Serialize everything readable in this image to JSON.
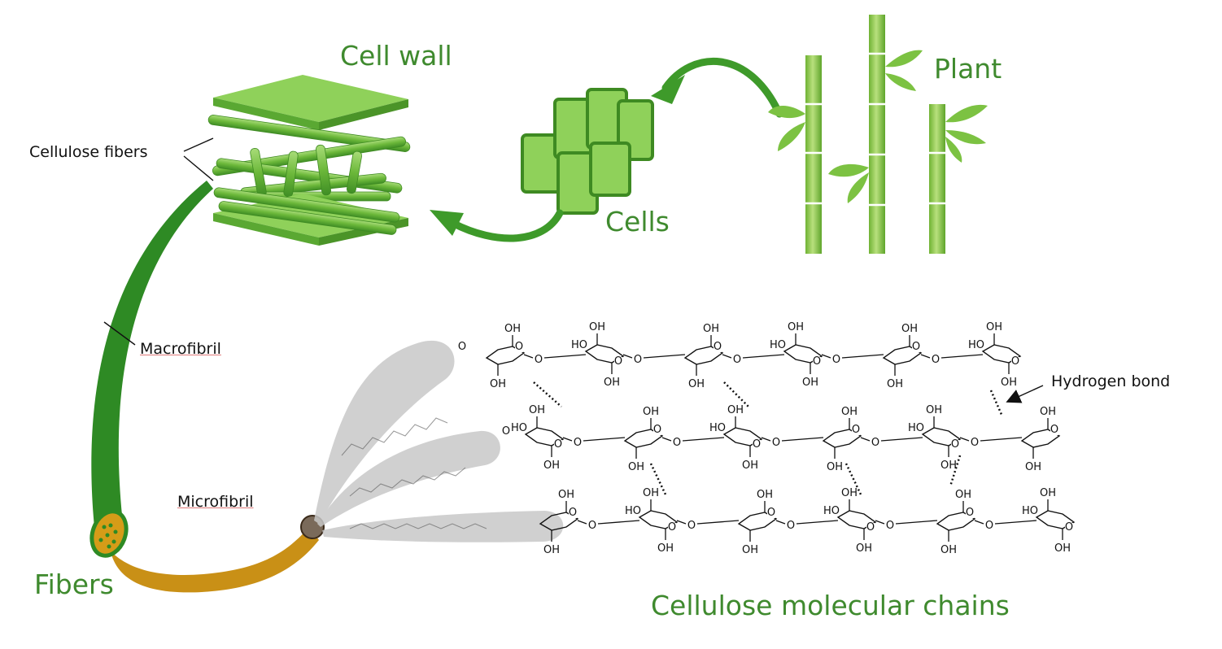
{
  "labels": {
    "cell_wall": "Cell wall",
    "plant": "Plant",
    "cells": "Cells",
    "cellulose_fibers": "Cellulose fibers",
    "macrofibril": "Macrofibril",
    "microfibril": "Microfibril",
    "fibers": "Fibers",
    "hydrogen_bond": "Hydrogen bond",
    "cellulose_chains": "Cellulose molecular chains"
  },
  "chem": {
    "hydroxyl": "OH",
    "hydroxyl_left": "HO",
    "oxygen": "O"
  },
  "colors": {
    "label_green": "#3f8a2e",
    "plant_green": "#7cc242",
    "dark_green": "#2e7d32",
    "fiber_orange": "#c99016",
    "shade_gray": "#c8c8c8"
  }
}
